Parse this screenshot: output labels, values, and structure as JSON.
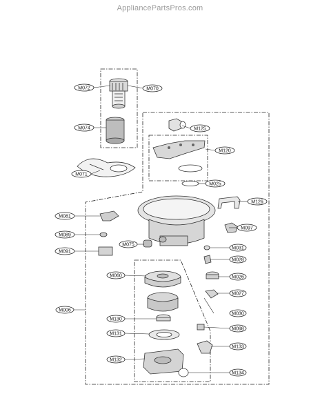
{
  "watermark": "AppliancePartsPros.com",
  "callouts": {
    "M072": "M072",
    "M070": "M070",
    "M074": "M074",
    "M071": "M071",
    "M125": "M125",
    "M120": "M120",
    "M025": "M025",
    "M126": "M126",
    "M081": "M081",
    "M097": "M097",
    "M089": "M089",
    "M075": "M075",
    "M031": "M031",
    "M091": "M091",
    "M028": "M028",
    "M060": "M060",
    "M026": "M026",
    "M027": "M027",
    "M006": "M006",
    "M030": "M030",
    "M130": "M130",
    "M098": "M098",
    "M131": "M131",
    "M133": "M133",
    "M132": "M132",
    "M134": "M134"
  }
}
